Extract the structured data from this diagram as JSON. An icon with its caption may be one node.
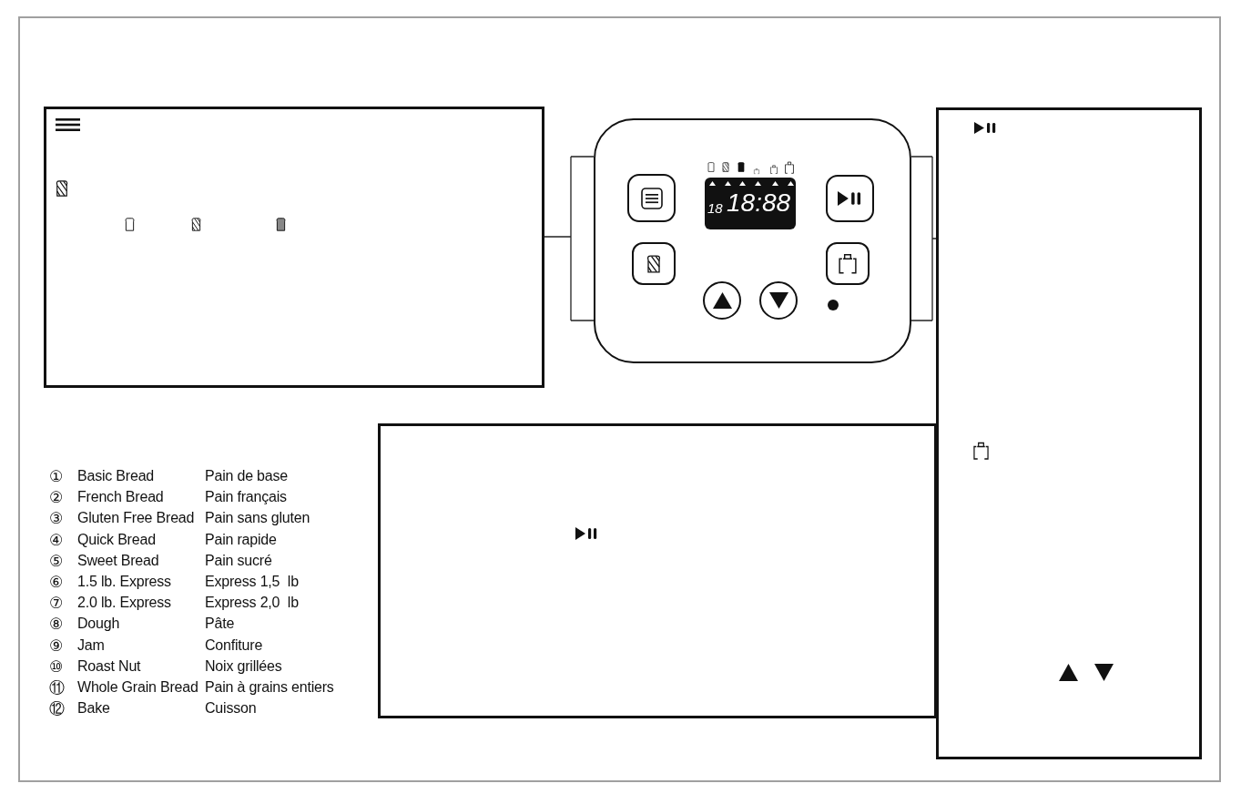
{
  "diagram": {
    "nodes": [
      {
        "text": [],
        "shape": "box"
      },
      {
        "text": [],
        "shape": "box"
      },
      {
        "text": [
          "18",
          "18:88"
        ],
        "in": 1
      },
      {
        "text": [],
        "shape": "box"
      },
      {
        "text": [],
        "shape": "box"
      }
    ],
    "edges": [
      {
        "from": 0,
        "to": 1,
        "arrow": "none"
      },
      {
        "from": 3,
        "to": 1,
        "arrow": "none"
      }
    ],
    "labels": [
      "①",
      "Basic Bread",
      "Pain de base",
      "②",
      "French Bread",
      "Pain français",
      "③",
      "Gluten Free Bread",
      "Pain sans gluten",
      "④",
      "Quick Bread",
      "Pain rapide",
      "⑤",
      "Sweet Bread",
      "Pain sucré",
      "⑥",
      "1.5 lb. Express",
      "Express 1,5  lb",
      "⑦",
      "2.0 lb. Express",
      "Express 2,0  lb",
      "⑧",
      "Dough",
      "Pâte",
      "⑨",
      "Jam",
      "Confiture",
      "⑩",
      "Roast Nut",
      "Noix grillées",
      "⑪",
      "Whole Grain Bread",
      "Pain à grains entiers",
      "⑫",
      "Bake",
      "Cuisson"
    ]
  }
}
